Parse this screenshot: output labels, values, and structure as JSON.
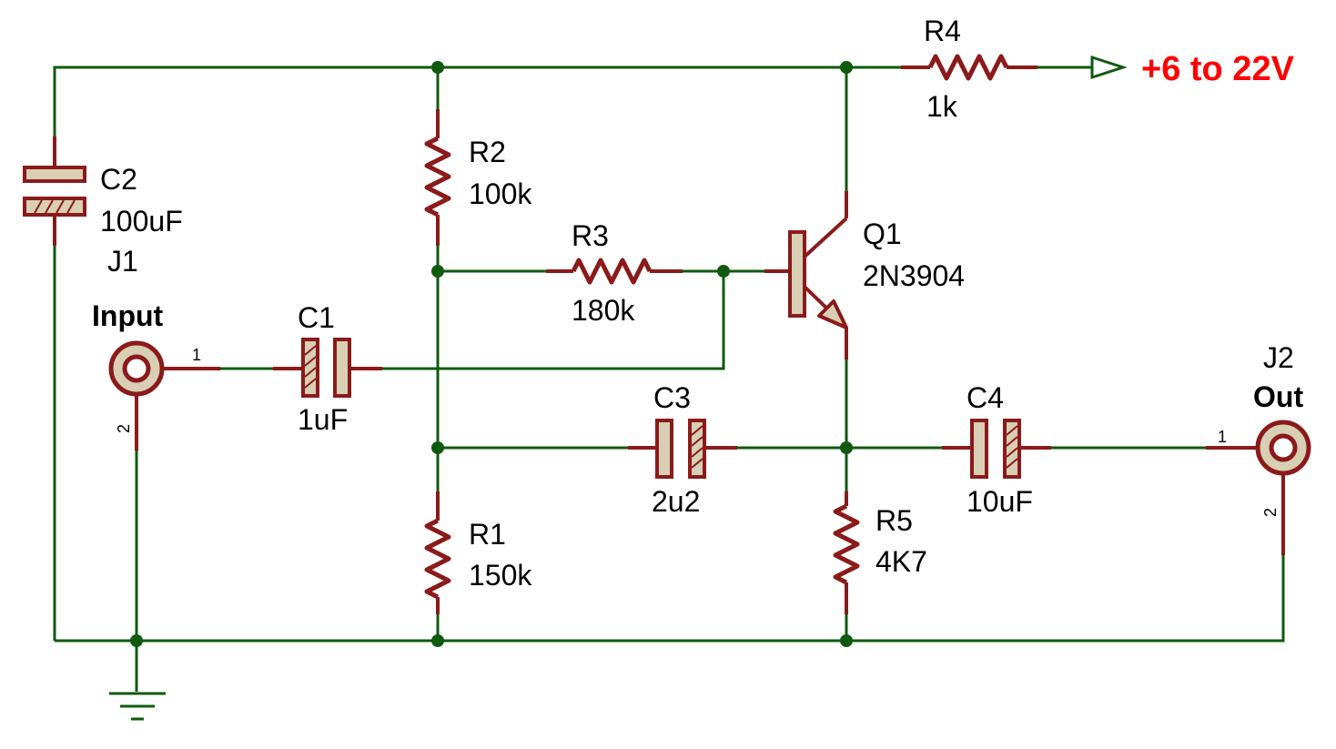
{
  "rail_label": "+6 to 22V",
  "components": {
    "R4": {
      "ref": "R4",
      "value": "1k"
    },
    "R2": {
      "ref": "R2",
      "value": "100k"
    },
    "R3": {
      "ref": "R3",
      "value": "180k"
    },
    "R1": {
      "ref": "R1",
      "value": "150k"
    },
    "R5": {
      "ref": "R5",
      "value": "4K7"
    },
    "C2": {
      "ref": "C2",
      "value": "100uF"
    },
    "C1": {
      "ref": "C1",
      "value": "1uF"
    },
    "C3": {
      "ref": "C3",
      "value": "2u2"
    },
    "C4": {
      "ref": "C4",
      "value": "10uF"
    },
    "Q1": {
      "ref": "Q1",
      "value": "2N3904"
    },
    "J1": {
      "ref": "J1",
      "value": "Input",
      "pin1": "1",
      "pin2": "2"
    },
    "J2": {
      "ref": "J2",
      "value": "Out",
      "pin1": "1",
      "pin2": "2"
    }
  },
  "colors": {
    "wire": "#0f5a0f",
    "component": "#8b1a1a",
    "fill": "#d8cfb4",
    "rail_text": "#ff0000"
  }
}
